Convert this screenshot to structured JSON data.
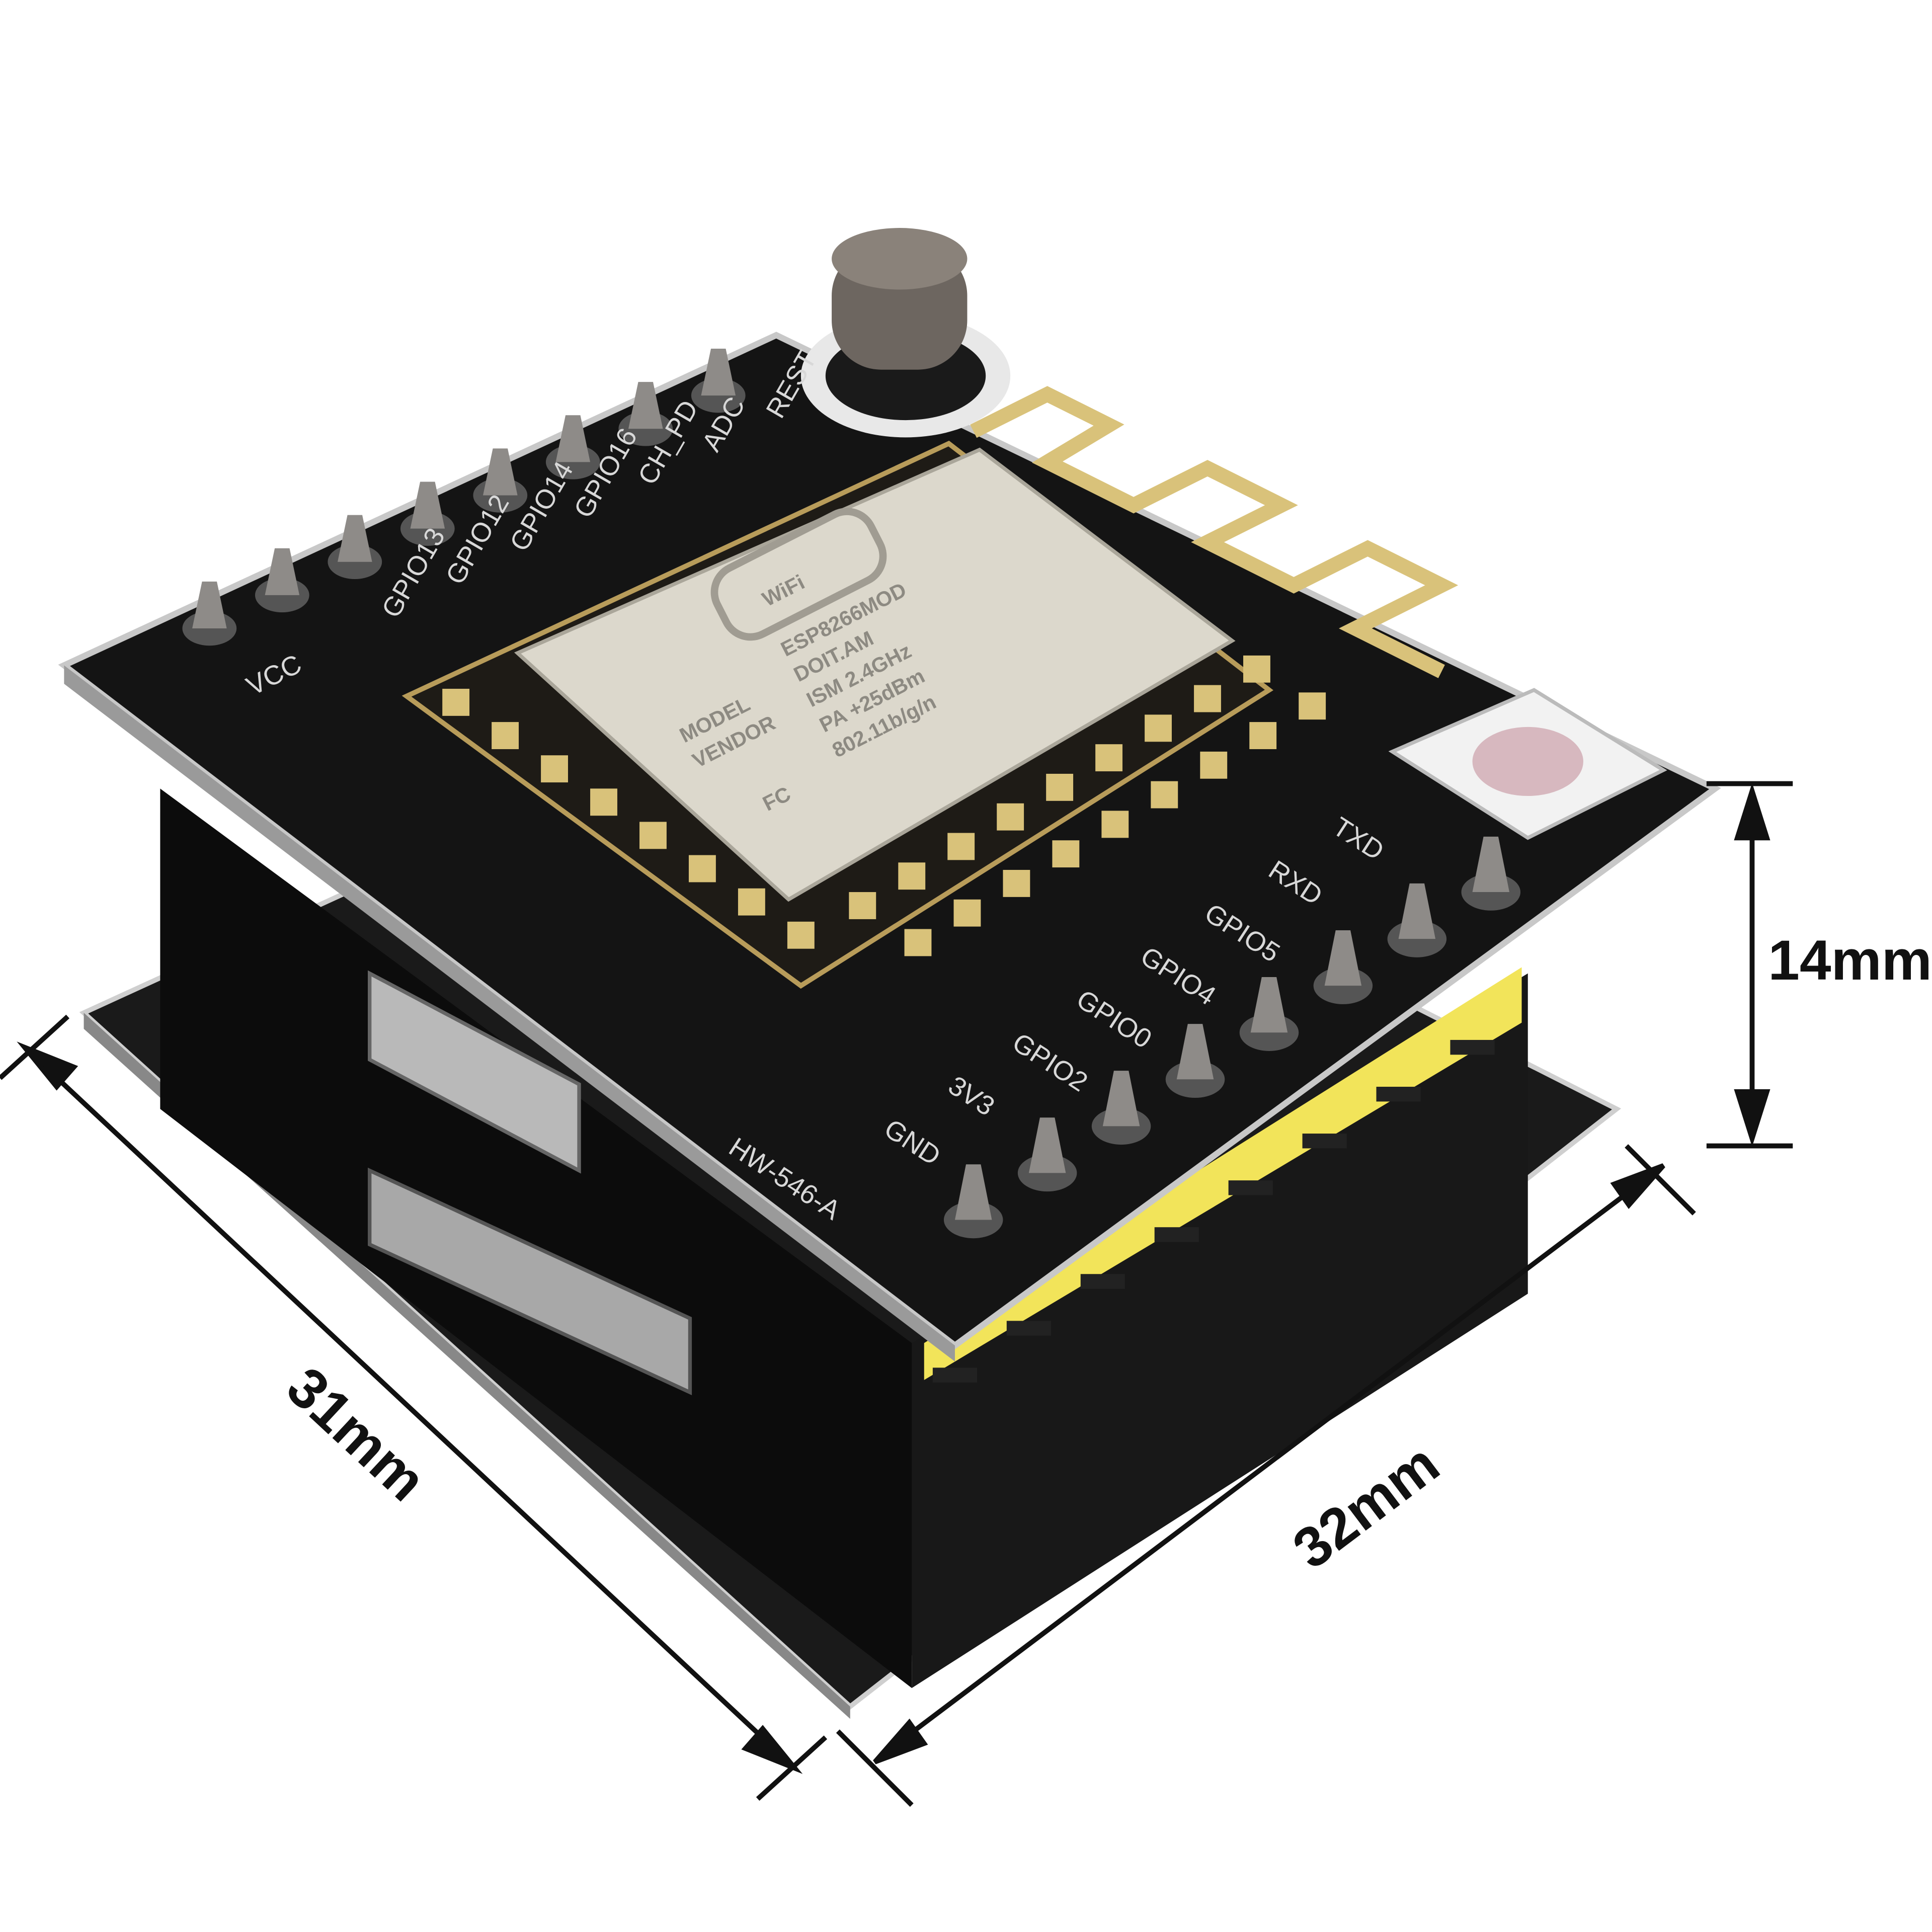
{
  "dimensions": {
    "height": "14mm",
    "depth": "31mm",
    "width": "32mm"
  },
  "left_pin_labels": [
    "VCC",
    "GPIO13",
    "GPIO12",
    "GPIO14",
    "GPIO16",
    "CH_PD",
    "ADC",
    "REST"
  ],
  "right_pin_labels": [
    "TXD",
    "RXD",
    "GPIO5",
    "GPIO4",
    "GPIO0",
    "GPIO2",
    "3V3",
    "GND"
  ],
  "board_marking": "HW-546-A",
  "module": {
    "logo": "WiFi",
    "lines": [
      "ESP8266MOD",
      "DOIT.AM",
      "ISM 2.4GHz",
      "PA +25dBm",
      "802.11b/g/n"
    ],
    "side": [
      "MODEL",
      "VENDOR"
    ],
    "cert": "FC"
  },
  "colors": {
    "pcb": "#141414",
    "gold": "#d9c27a",
    "header": "#f2e45a",
    "shield": "#dcd8cc"
  }
}
